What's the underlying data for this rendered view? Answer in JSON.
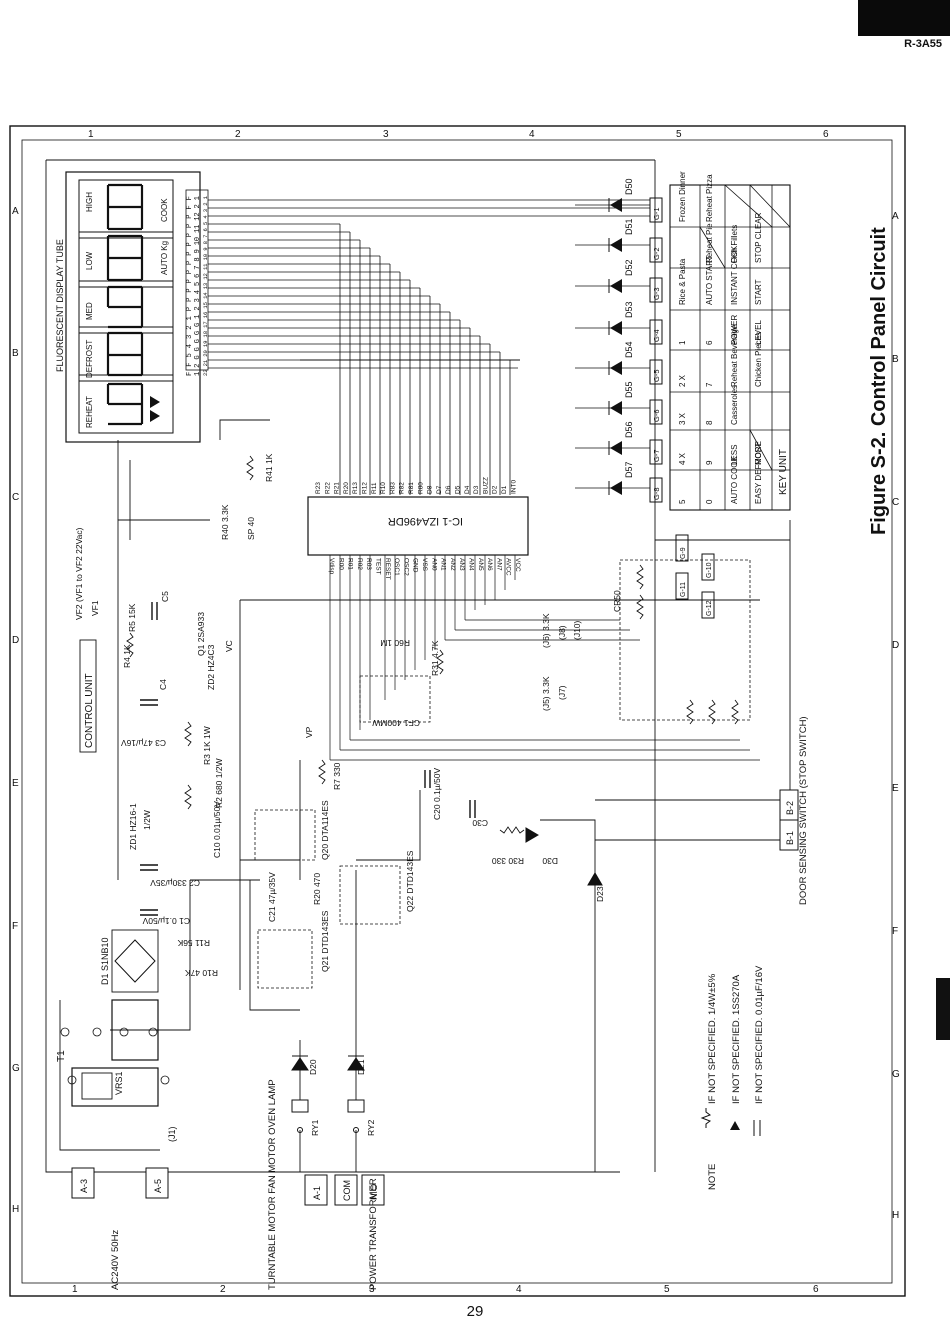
{
  "header": {
    "model": "R-3A55"
  },
  "page_number": "29",
  "figure_title": "Figure S-2. Control Panel Circuit",
  "border": {
    "cols": [
      "1",
      "2",
      "3",
      "4",
      "5",
      "6"
    ],
    "rows": [
      "A",
      "B",
      "C",
      "D",
      "E",
      "F",
      "G",
      "H"
    ]
  },
  "display": {
    "title": "FLUORESCENT DISPLAY TUBE",
    "segments": [
      "REHEAT",
      "DEFROST",
      "MED",
      "LOW",
      "HIGH"
    ],
    "right_labels": [
      "COOK",
      "AUTO Kg"
    ],
    "pin_rows": [
      "F F 5 4 3 2 1 P P P P P P P P P P P F F",
      "1 2 G G G G G 1 2 3 4 5 6 7 8 9 10 11 12 2 1",
      "22 21 20 19 18 17 16 15 14 13 12 11 10 9 8 7 6 5 4 3 2 1"
    ]
  },
  "key_unit": {
    "title": "KEY UNIT",
    "g_labels": [
      "G-1",
      "G-2",
      "G-3",
      "G-4",
      "G-5",
      "G-6",
      "G-7",
      "G-8",
      "G-9",
      "G-10",
      "G-11",
      "G-12"
    ],
    "cells": [
      [
        "Frozen Dinner",
        "Reheat Pizza",
        "",
        ""
      ],
      [
        "",
        "Reheat Pie",
        "Fish Fillets",
        "STOP CLEAR"
      ],
      [
        "Rice & Pasta",
        "AUTO START",
        "INSTANT COOK",
        "START"
      ],
      [
        "1",
        "6",
        "POWER",
        "LEVEL"
      ],
      [
        "2 X",
        "7",
        "Reheat Beverage",
        "Chicken Pieces"
      ],
      [
        "3 X",
        "8",
        "Casseroles",
        ""
      ],
      [
        "4 X",
        "9",
        "LESS",
        "MORE"
      ],
      [
        "5",
        "0",
        "AUTO COOK",
        "EASY DEFROST"
      ]
    ]
  },
  "diodes_top": [
    "D50",
    "D51",
    "D52",
    "D53",
    "D54",
    "D55",
    "D56",
    "D57"
  ],
  "ic": {
    "name": "IC-1 IZA496DR",
    "left_pins": [
      "Vdisp",
      "R00",
      "R01",
      "R02",
      "R03",
      "TEST",
      "RESET",
      "OSC1",
      "OSC2",
      "GND",
      "VSS",
      "AN0",
      "AN1",
      "AN2",
      "AN3",
      "AN4",
      "AN5",
      "AN6",
      "AN7",
      "AVCC",
      "VCC"
    ],
    "right_pins": [
      "R23",
      "R22",
      "R21",
      "R20",
      "R13",
      "R12",
      "R11",
      "R10",
      "R83",
      "R82",
      "R81",
      "R80",
      "D8",
      "D7",
      "D6",
      "D5",
      "D4",
      "D3",
      "BUZZ",
      "D2",
      "D1",
      "INT0"
    ]
  },
  "components": {
    "t1": "T1",
    "vrs1": "VRS1",
    "j1": "(J1)",
    "d1": "D1 S1NB10",
    "r11": "R11 56K",
    "r10": "R10 47K",
    "c1": "C1 0.1µ/50V",
    "c2": "C2 330µ/35V",
    "zd1": "ZD1 HZ16-1",
    "zd1_w": "1/2W",
    "c10": "C10 0.01µ/50V",
    "r2": "R2 680 1/2W",
    "r3": "R3 1K 1W",
    "c3": "C3 47µ/16V",
    "c4": "C4",
    "zd2": "ZD2 HZ4C3",
    "q1": "Q1 2SA933",
    "r4": "R4 1K",
    "r5": "R5 15K",
    "c5": "C5",
    "vf1": "VF1",
    "vf2": "VF2 (VF1 to VF2 22Vac)",
    "vc": "VC",
    "vp": "VP",
    "control_unit": "CONTROL UNIT",
    "r40": "R40 3.3K",
    "sp40": "SP 40",
    "r41": "R41 1K",
    "cf1": "CF1 400MW",
    "r60": "R60 1M",
    "r31": "R31 4.7K",
    "j5": "(J5) 3.3K",
    "j7": "(J7)",
    "j6": "(J6) 3.3K",
    "j8": "(J8)",
    "j10": "(J10)",
    "cr50": "CR50",
    "r7": "R7 330",
    "c20": "C20 0.1µ/50V",
    "c30": "C30",
    "r30": "R30 330",
    "d30": "D30",
    "d23": "D23",
    "q20": "Q20 DTA114ES",
    "q21": "Q21 DTD143ES",
    "q22": "Q22 DTD143ES",
    "c21": "C21 47µ/35V",
    "r20": "R20 470",
    "d20": "D20",
    "d21": "D21",
    "ry1": "RY1",
    "ry2": "RY2",
    "door": "DOOR SENSING SWITCH (STOP SWITCH)"
  },
  "connectors": [
    "A-3",
    "A-5",
    "A-1",
    "COM",
    "N.O",
    "B-1",
    "B-2"
  ],
  "external": {
    "ac": "AC240V 50Hz",
    "loads": "TURNTABLE MOTOR FAN MOTOR OVEN LAMP",
    "power": "POWER TRANSFORMER"
  },
  "note": {
    "title": "NOTE",
    "lines": [
      "IF NOT SPECIFIED. 1/4W±5%",
      "IF NOT SPECIFIED. 1SS270A",
      "IF NOT SPECIFIED. 0.01µF/16V"
    ]
  }
}
